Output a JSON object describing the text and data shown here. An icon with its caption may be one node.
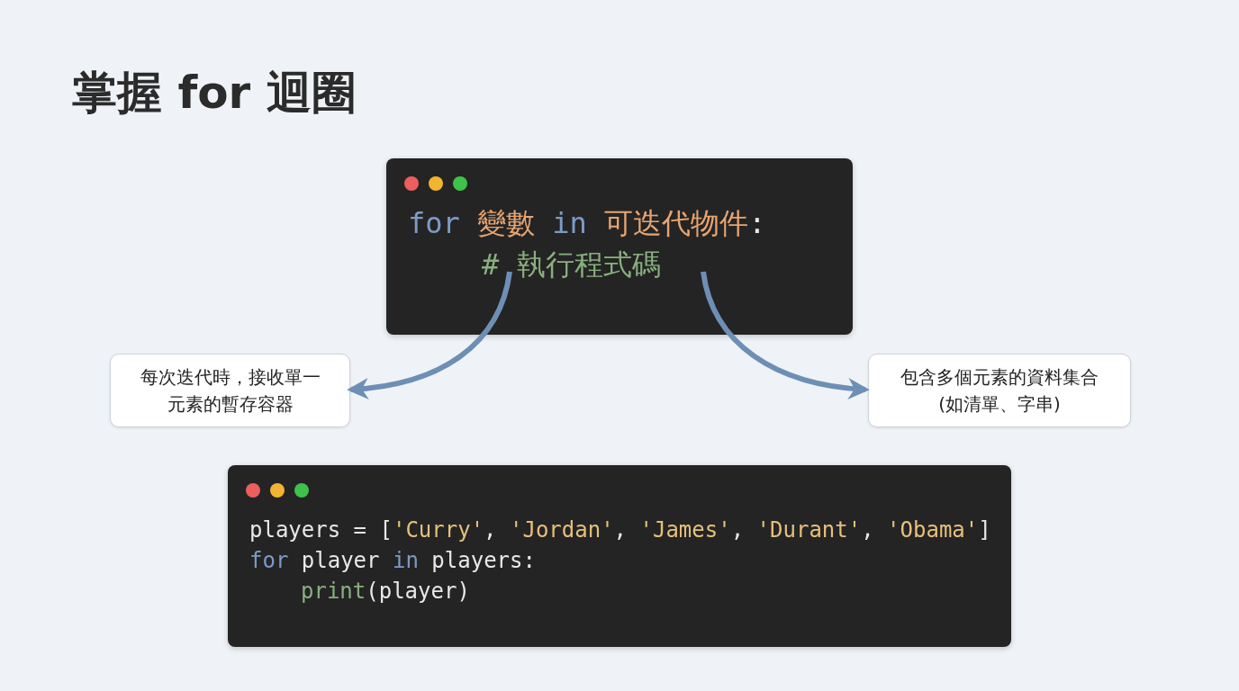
{
  "diagram": {
    "title": "掌握 for 迴圈",
    "nodes": [
      {
        "text": [
          "for 變數 in 可迭代物件:",
          "# 執行程式碼"
        ]
      },
      {
        "text": [
          "每次迭代時，接收單一元素的暫存容器"
        ]
      },
      {
        "text": [
          "包含多個元素的資料集合(如清單、字串)"
        ]
      },
      {
        "text": [
          "players = ['Curry', 'Jordan', 'James', 'Durant', 'Obama']",
          "for player in players:",
          "print(player)"
        ]
      }
    ],
    "edges": [
      {
        "from": 0,
        "to": 1,
        "arrow": "to"
      },
      {
        "from": 0,
        "to": 2,
        "arrow": "to"
      }
    ]
  }
}
